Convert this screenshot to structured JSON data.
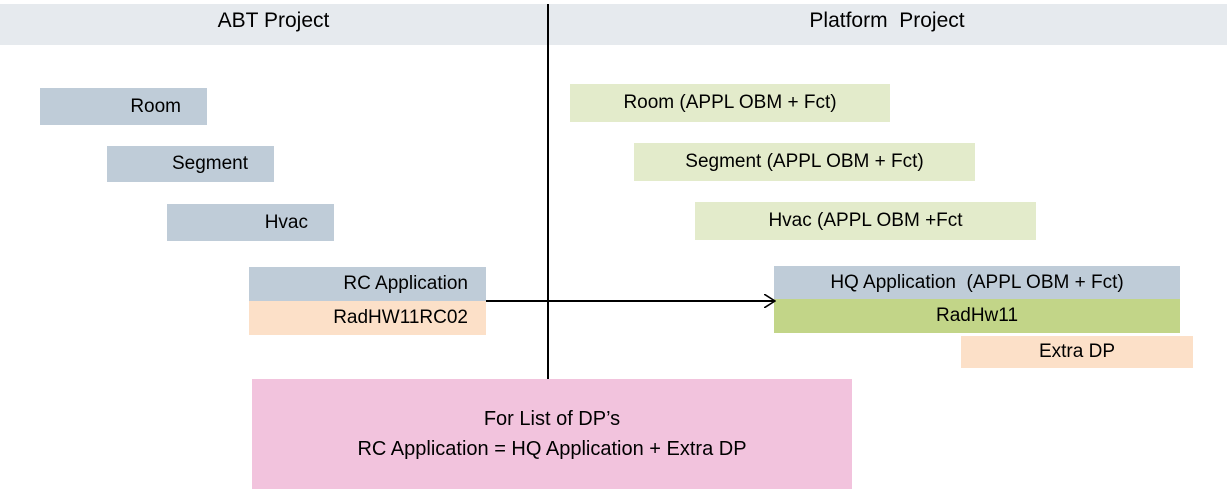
{
  "header": {
    "left_title": "ABT Project",
    "right_title": "Platform  Project"
  },
  "colors": {
    "header_band": "#e6eaee",
    "blue_gray": "#bfccd8",
    "light_green": "#e3ebcb",
    "medium_green": "#c2d588",
    "orange": "#fce0c8",
    "pink": "#f2c3dd",
    "line": "#000000"
  },
  "abt_column": {
    "boxes": [
      {
        "label": "Room",
        "color": "blue_gray"
      },
      {
        "label": "Segment",
        "color": "blue_gray"
      },
      {
        "label": "Hvac",
        "color": "blue_gray"
      },
      {
        "label": "RC Application",
        "color": "blue_gray"
      },
      {
        "label": "RadHW11RC02",
        "color": "orange"
      }
    ]
  },
  "platform_column": {
    "boxes": [
      {
        "label": "Room (APPL OBM + Fct)",
        "color": "light_green"
      },
      {
        "label": "Segment (APPL OBM + Fct)",
        "color": "light_green"
      },
      {
        "label": "Hvac (APPL OBM +Fct",
        "color": "light_green"
      },
      {
        "label": "HQ Application  (APPL OBM + Fct)",
        "color": "blue_gray"
      },
      {
        "label": "RadHw11",
        "color": "medium_green"
      },
      {
        "label": "Extra DP",
        "color": "orange"
      }
    ]
  },
  "arrow": {
    "name": "mapping-arrow",
    "from": "RC Application",
    "to": "HQ Application"
  },
  "summary": {
    "line_1": "For List of DP’s",
    "line_2": "RC Application = HQ Application + Extra DP"
  }
}
